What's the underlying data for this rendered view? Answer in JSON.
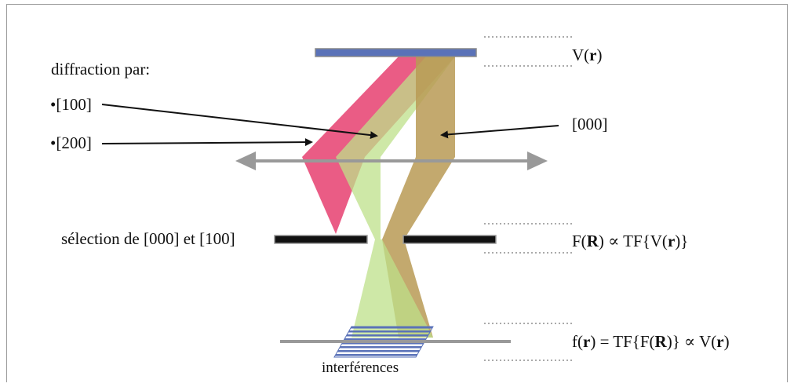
{
  "labels": {
    "diffraction_par": "diffraction par:",
    "order_100": "•[100]",
    "order_200": "•[200]",
    "order_000": "[000]",
    "selection": "sélection de [000] et [100]",
    "interferences": "interférences"
  },
  "equations": {
    "object_potential": {
      "pre": "V(",
      "bold": "r",
      "post": ")"
    },
    "diffraction_plane": [
      {
        "t": "F(",
        "b": false
      },
      {
        "t": "R",
        "b": true
      },
      {
        "t": ") ∝ TF{V(",
        "b": false
      },
      {
        "t": "r",
        "b": true
      },
      {
        "t": ")}",
        "b": false
      }
    ],
    "image_plane": [
      {
        "t": "f(",
        "b": false
      },
      {
        "t": "r",
        "b": true
      },
      {
        "t": ") = TF{F(",
        "b": false
      },
      {
        "t": "R",
        "b": true
      },
      {
        "t": ")} ∝ V(",
        "b": false
      },
      {
        "t": "r",
        "b": true
      },
      {
        "t": ")",
        "b": false
      }
    ]
  },
  "colors": {
    "beam_200": "#e64070",
    "beam_100": "#bde08a",
    "beam_000": "#b89a55",
    "specimen": "#5a72b8",
    "aperture": "#111111",
    "lens_axis": "#999999",
    "dotted": "#aaaaaa"
  }
}
